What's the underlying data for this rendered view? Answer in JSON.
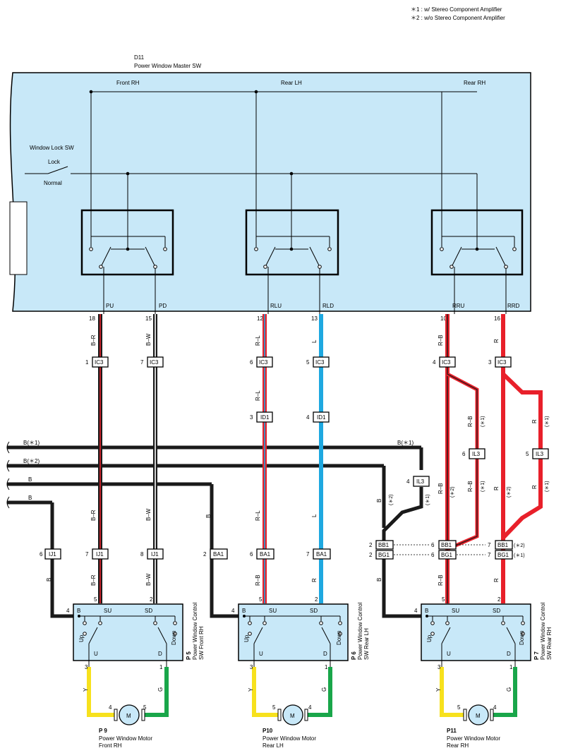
{
  "notes": [
    "＊1 : w/ Stereo Component Amplifier",
    "＊2 : w/o Stereo Component Amplifier"
  ],
  "master": {
    "code": "D11",
    "name": "Power Window Master SW",
    "window_lock": "Window Lock SW",
    "lock": "Lock",
    "normal": "Normal",
    "sections": [
      "Front RH",
      "Rear LH",
      "Rear RH"
    ]
  },
  "terminals": [
    {
      "name": "PU",
      "pin": "18",
      "color": "B–R",
      "conn": "IC3",
      "conn_pin": "1"
    },
    {
      "name": "PD",
      "pin": "15",
      "color": "B–W",
      "conn": "IC3",
      "conn_pin": "7"
    },
    {
      "name": "RLU",
      "pin": "12",
      "color": "R–L",
      "conn": "IC3",
      "conn_pin": "6"
    },
    {
      "name": "RLD",
      "pin": "13",
      "color": "L",
      "conn": "IC3",
      "conn_pin": "5"
    },
    {
      "name": "RRU",
      "pin": "10",
      "color": "R–B",
      "conn": "IC3",
      "conn_pin": "4"
    },
    {
      "name": "RRD",
      "pin": "16",
      "color": "R",
      "conn": "IC3",
      "conn_pin": "3"
    }
  ],
  "ground_wires": [
    "B(＊1)",
    "B(＊2)",
    "B",
    "B"
  ],
  "connectors": {
    "id1a": {
      "pin": "3",
      "name": "ID1",
      "color": "R–L"
    },
    "id1b": {
      "pin": "4",
      "name": "ID1",
      "color": "L"
    },
    "il3a": {
      "pin": "4",
      "name": "IL3"
    },
    "il3b": {
      "pin": "6",
      "name": "IL3"
    },
    "il3c": {
      "pin": "5",
      "name": "IL3"
    },
    "ij1a": {
      "pin": "6",
      "name": "IJ1"
    },
    "ij1b": {
      "pin": "7",
      "name": "IJ1"
    },
    "ij1c": {
      "pin": "8",
      "name": "IJ1"
    },
    "ba1a": {
      "pin": "2",
      "name": "BA1"
    },
    "ba1b": {
      "pin": "6",
      "name": "BA1"
    },
    "ba1c": {
      "pin": "7",
      "name": "BA1"
    },
    "bb1": {
      "name": "BB1"
    },
    "bg1": {
      "name": "BG1"
    }
  },
  "wire_labels": {
    "b": "B",
    "bs1": "(＊1)",
    "bs2": "(＊2)",
    "rb": "R–B",
    "r": "R",
    "l": "L",
    "rl": "R–L",
    "brr": "B–R",
    "bw": "B–W",
    "y": "Y",
    "g": "G"
  },
  "bb_pins": {
    "l2": "2",
    "r6": "6",
    "r7": "7",
    "s1": "(＊1)",
    "s2": "(＊2)"
  },
  "switches": [
    {
      "code": "P 5",
      "line1": "Power Window Control",
      "line2": "SW Front RH",
      "b_pin": "4",
      "su_pin": "5",
      "sd_pin": "2",
      "u_pin": "3",
      "d_pin": "1"
    },
    {
      "code": "P 6",
      "line1": "Power Window Control",
      "line2": "SW Rear LH",
      "b_pin": "4",
      "su_pin": "5",
      "sd_pin": "2",
      "u_pin": "3",
      "d_pin": "1"
    },
    {
      "code": "P 7",
      "line1": "Power Window Control",
      "line2": "SW Rear RH",
      "b_pin": "4",
      "su_pin": "5",
      "sd_pin": "2",
      "u_pin": "3",
      "d_pin": "1"
    }
  ],
  "sw_labels": {
    "b": "B",
    "su": "SU",
    "sd": "SD",
    "u": "U",
    "d": "D",
    "up": "Up",
    "down": "Down"
  },
  "motors": [
    {
      "code": "P 9",
      "name": "Power Window Motor",
      "loc": "Front RH",
      "left_pin": "4",
      "right_pin": "5",
      "m": "M"
    },
    {
      "code": "P10",
      "name": "Power Window Motor",
      "loc": "Rear LH",
      "left_pin": "5",
      "right_pin": "4",
      "m": "M"
    },
    {
      "code": "P11",
      "name": "Power Window Motor",
      "loc": "Rear RH",
      "left_pin": "5",
      "right_pin": "4",
      "m": "M"
    }
  ],
  "colors": {
    "panel": "#c8e8f8",
    "red": "#e8202a",
    "blue": "#1ea8e0",
    "yellow": "#f7e11d",
    "green": "#19a64a",
    "black": "#1a1a1a"
  }
}
